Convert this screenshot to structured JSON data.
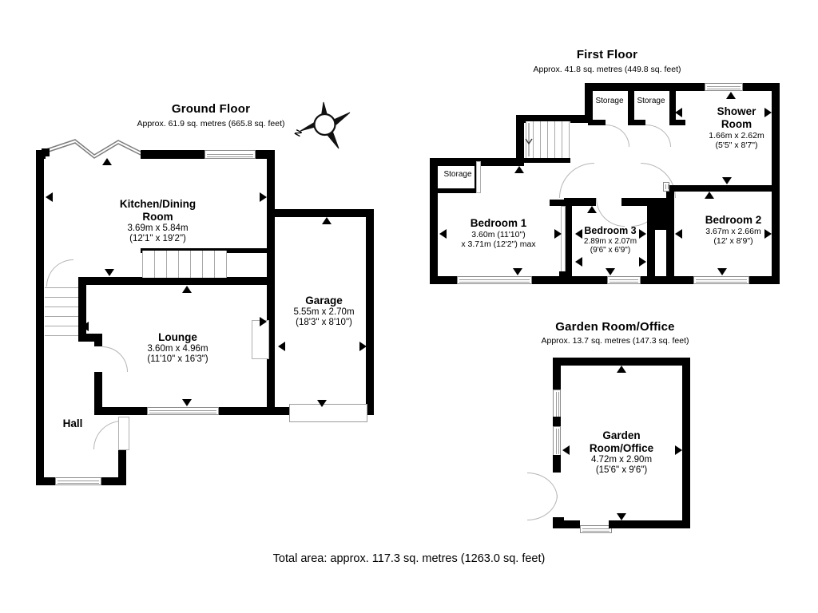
{
  "document": {
    "type": "floor-plan",
    "total_area_text": "Total area: approx. 117.3 sq. metres (1263.0 sq. feet)"
  },
  "compass": {
    "name": "compass-rose",
    "north_label": "N"
  },
  "sections": {
    "ground_floor": {
      "title": "Ground Floor",
      "subtitle": "Approx. 61.9 sq. metres (665.8 sq. feet)",
      "rooms": [
        {
          "name": "Kitchen/Dining Room",
          "line1": "Kitchen/Dining",
          "line2": "Room",
          "metric": "3.69m x 5.84m",
          "imperial": "(12'1\" x 19'2\")"
        },
        {
          "name": "Lounge",
          "line1": "Lounge",
          "line2": "",
          "metric": "3.60m x 4.96m",
          "imperial": "(11'10\" x 16'3\")"
        },
        {
          "name": "Garage",
          "line1": "Garage",
          "line2": "",
          "metric": "5.55m x 2.70m",
          "imperial": "(18'3\" x 8'10\")"
        },
        {
          "name": "Hall",
          "line1": "Hall",
          "line2": "",
          "metric": "",
          "imperial": ""
        }
      ]
    },
    "first_floor": {
      "title": "First Floor",
      "subtitle": "Approx. 41.8 sq. metres (449.8 sq. feet)",
      "rooms": [
        {
          "name": "Bedroom 1",
          "line1": "Bedroom 1",
          "line2": "",
          "metric": "3.60m (11'10\")",
          "imperial": "x 3.71m (12'2\") max"
        },
        {
          "name": "Bedroom 2",
          "line1": "Bedroom 2",
          "line2": "",
          "metric": "3.67m x 2.66m",
          "imperial": "(12' x 8'9\")"
        },
        {
          "name": "Bedroom 3",
          "line1": "Bedroom 3",
          "line2": "",
          "metric": "2.89m x 2.07m",
          "imperial": "(9'6\" x 6'9\")"
        },
        {
          "name": "Shower Room",
          "line1": "Shower",
          "line2": "Room",
          "metric": "1.66m x 2.62m",
          "imperial": "(5'5\" x 8'7\")"
        }
      ],
      "storage_labels": [
        "Storage",
        "Storage",
        "Storage"
      ]
    },
    "garden_room": {
      "title": "Garden Room/Office",
      "subtitle": "Approx. 13.7 sq. metres (147.3 sq. feet)",
      "rooms": [
        {
          "name": "Garden Room/Office",
          "line1": "Garden",
          "line2": "Room/Office",
          "metric": "4.72m x 2.90m",
          "imperial": "(15'6\" x 9'6\")"
        }
      ]
    }
  },
  "colors": {
    "wall": "#000000",
    "background": "#ffffff",
    "window_frame": "#8b8b8b",
    "door_arc": "#b5b5b5"
  }
}
